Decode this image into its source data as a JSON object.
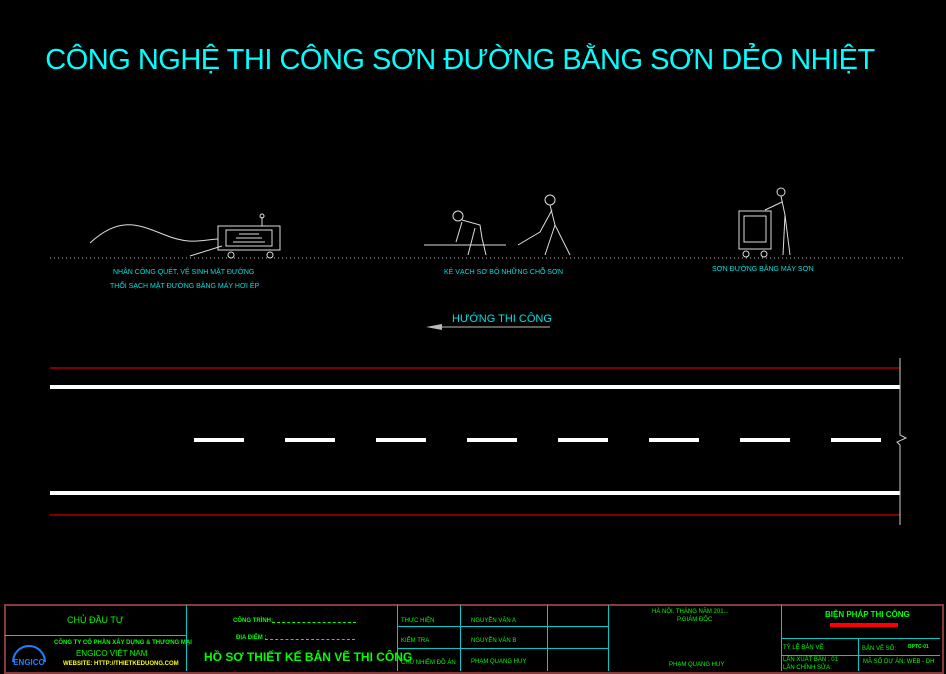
{
  "title": "CÔNG NGHỆ THI CÔNG SƠN ĐƯỜNG BẰNG SƠN DẺO NHIỆT",
  "steps": [
    {
      "line1": "NHÂN CÔNG QUÉT, VỆ SINH MẶT ĐƯỜNG",
      "line2": "THỔI SẠCH MẶT ĐƯỜNG BẰNG MÁY HƠI ÉP"
    },
    {
      "line1": "KẺ VẠCH SƠ BỘ NHỮNG CHỖ SƠN"
    },
    {
      "line1": "SƠN ĐƯỜNG BẰNG MÁY SƠN"
    }
  ],
  "direction_label": "HƯỚNG THI CÔNG",
  "colors": {
    "cyan": "#00ffff",
    "road_edge": "#ff0000",
    "lane": "#ffffff",
    "frame": "#8b3a3a",
    "green": "#00ff00"
  },
  "titleblock": {
    "owner_label": "CHỦ ĐẦU TƯ",
    "company": "CÔNG TY CỔ PHẦN XÂY DỰNG & THƯƠNG MẠI",
    "company_name": "ENGICO VIỆT NAM",
    "website": "WEBSITE: HTTP://THIETKEDUONG.COM",
    "logo_text": "ENGICO",
    "project_label": "CÔNG TRÌNH:",
    "location_label": "ĐỊA ĐIỂM :",
    "dossier": "HỒ SƠ THIẾT KẾ BẢN VẼ THI CÔNG",
    "roles": [
      {
        "role": "THỰC HIỆN",
        "name": "NGUYỄN VĂN A"
      },
      {
        "role": "KIỂM TRA",
        "name": "NGUYỄN VĂN B"
      },
      {
        "role": "CHỦ NHIỆM ĐỒ ÁN",
        "name": "PHẠM QUANG HUY"
      }
    ],
    "date": "HÀ NỘI, THÁNG  NĂM 201...",
    "director_title": "P.GIÁM ĐỐC",
    "director_name": "PHẠM QUANG HUY",
    "drawing_title": "BIỆN PHÁP THI CÔNG",
    "scale_label": "TỶ LỆ BẢN VẼ",
    "drawing_no_label": "BẢN VẼ SỐ:",
    "drawing_no": "BPTC-01",
    "issue": "LẦN XUẤT BẢN : 01",
    "revision": "LẦN CHỈNH SỬA:",
    "project_code": "MÃ SỐ DỰ ÁN: WEB - DH"
  }
}
